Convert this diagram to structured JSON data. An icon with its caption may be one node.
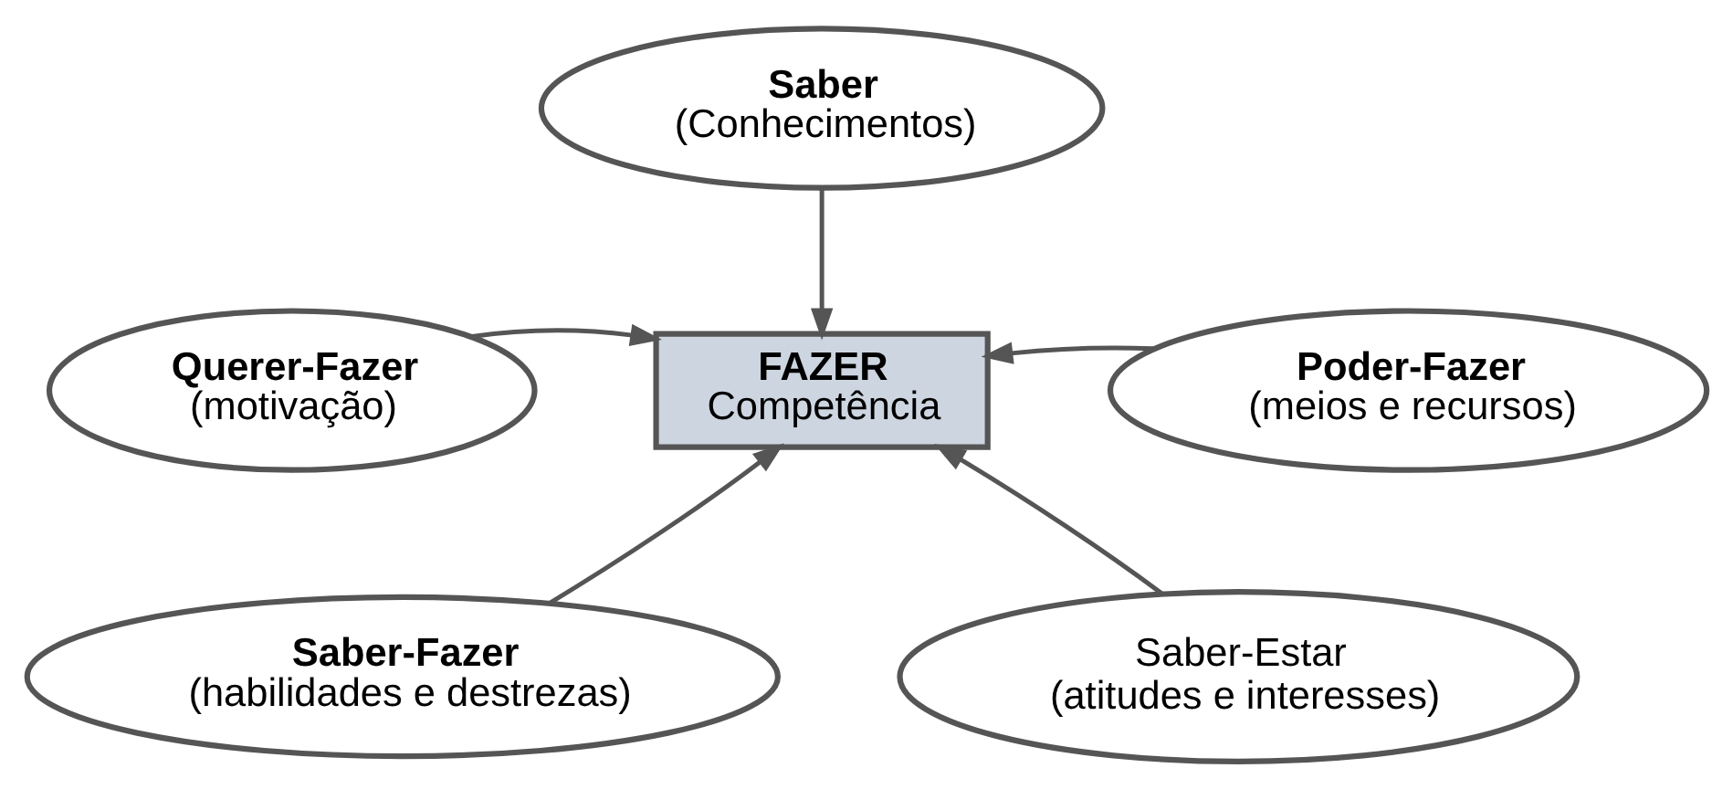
{
  "diagram": {
    "nodes": [
      {
        "text": [
          "Saber",
          "(Conhecimentos)"
        ]
      },
      {
        "text": [
          "Querer-Fazer",
          "(motivação)"
        ]
      },
      {
        "text": [
          "Poder-Fazer",
          "(meios e recursos)"
        ]
      },
      {
        "text": [
          "FAZER",
          "Competência"
        ]
      },
      {
        "text": [
          "Saber-Fazer",
          "(habilidades e destrezas)"
        ]
      },
      {
        "text": [
          "Saber-Estar",
          "(atitudes e interesses)"
        ]
      }
    ],
    "edges": [
      {
        "from": 0,
        "to": 3,
        "arrow": "to"
      },
      {
        "from": 1,
        "to": 3,
        "arrow": "to"
      },
      {
        "from": 2,
        "to": 3,
        "arrow": "to"
      },
      {
        "from": 4,
        "to": 3,
        "arrow": "to"
      },
      {
        "from": 5,
        "to": 3,
        "arrow": "to"
      }
    ]
  }
}
